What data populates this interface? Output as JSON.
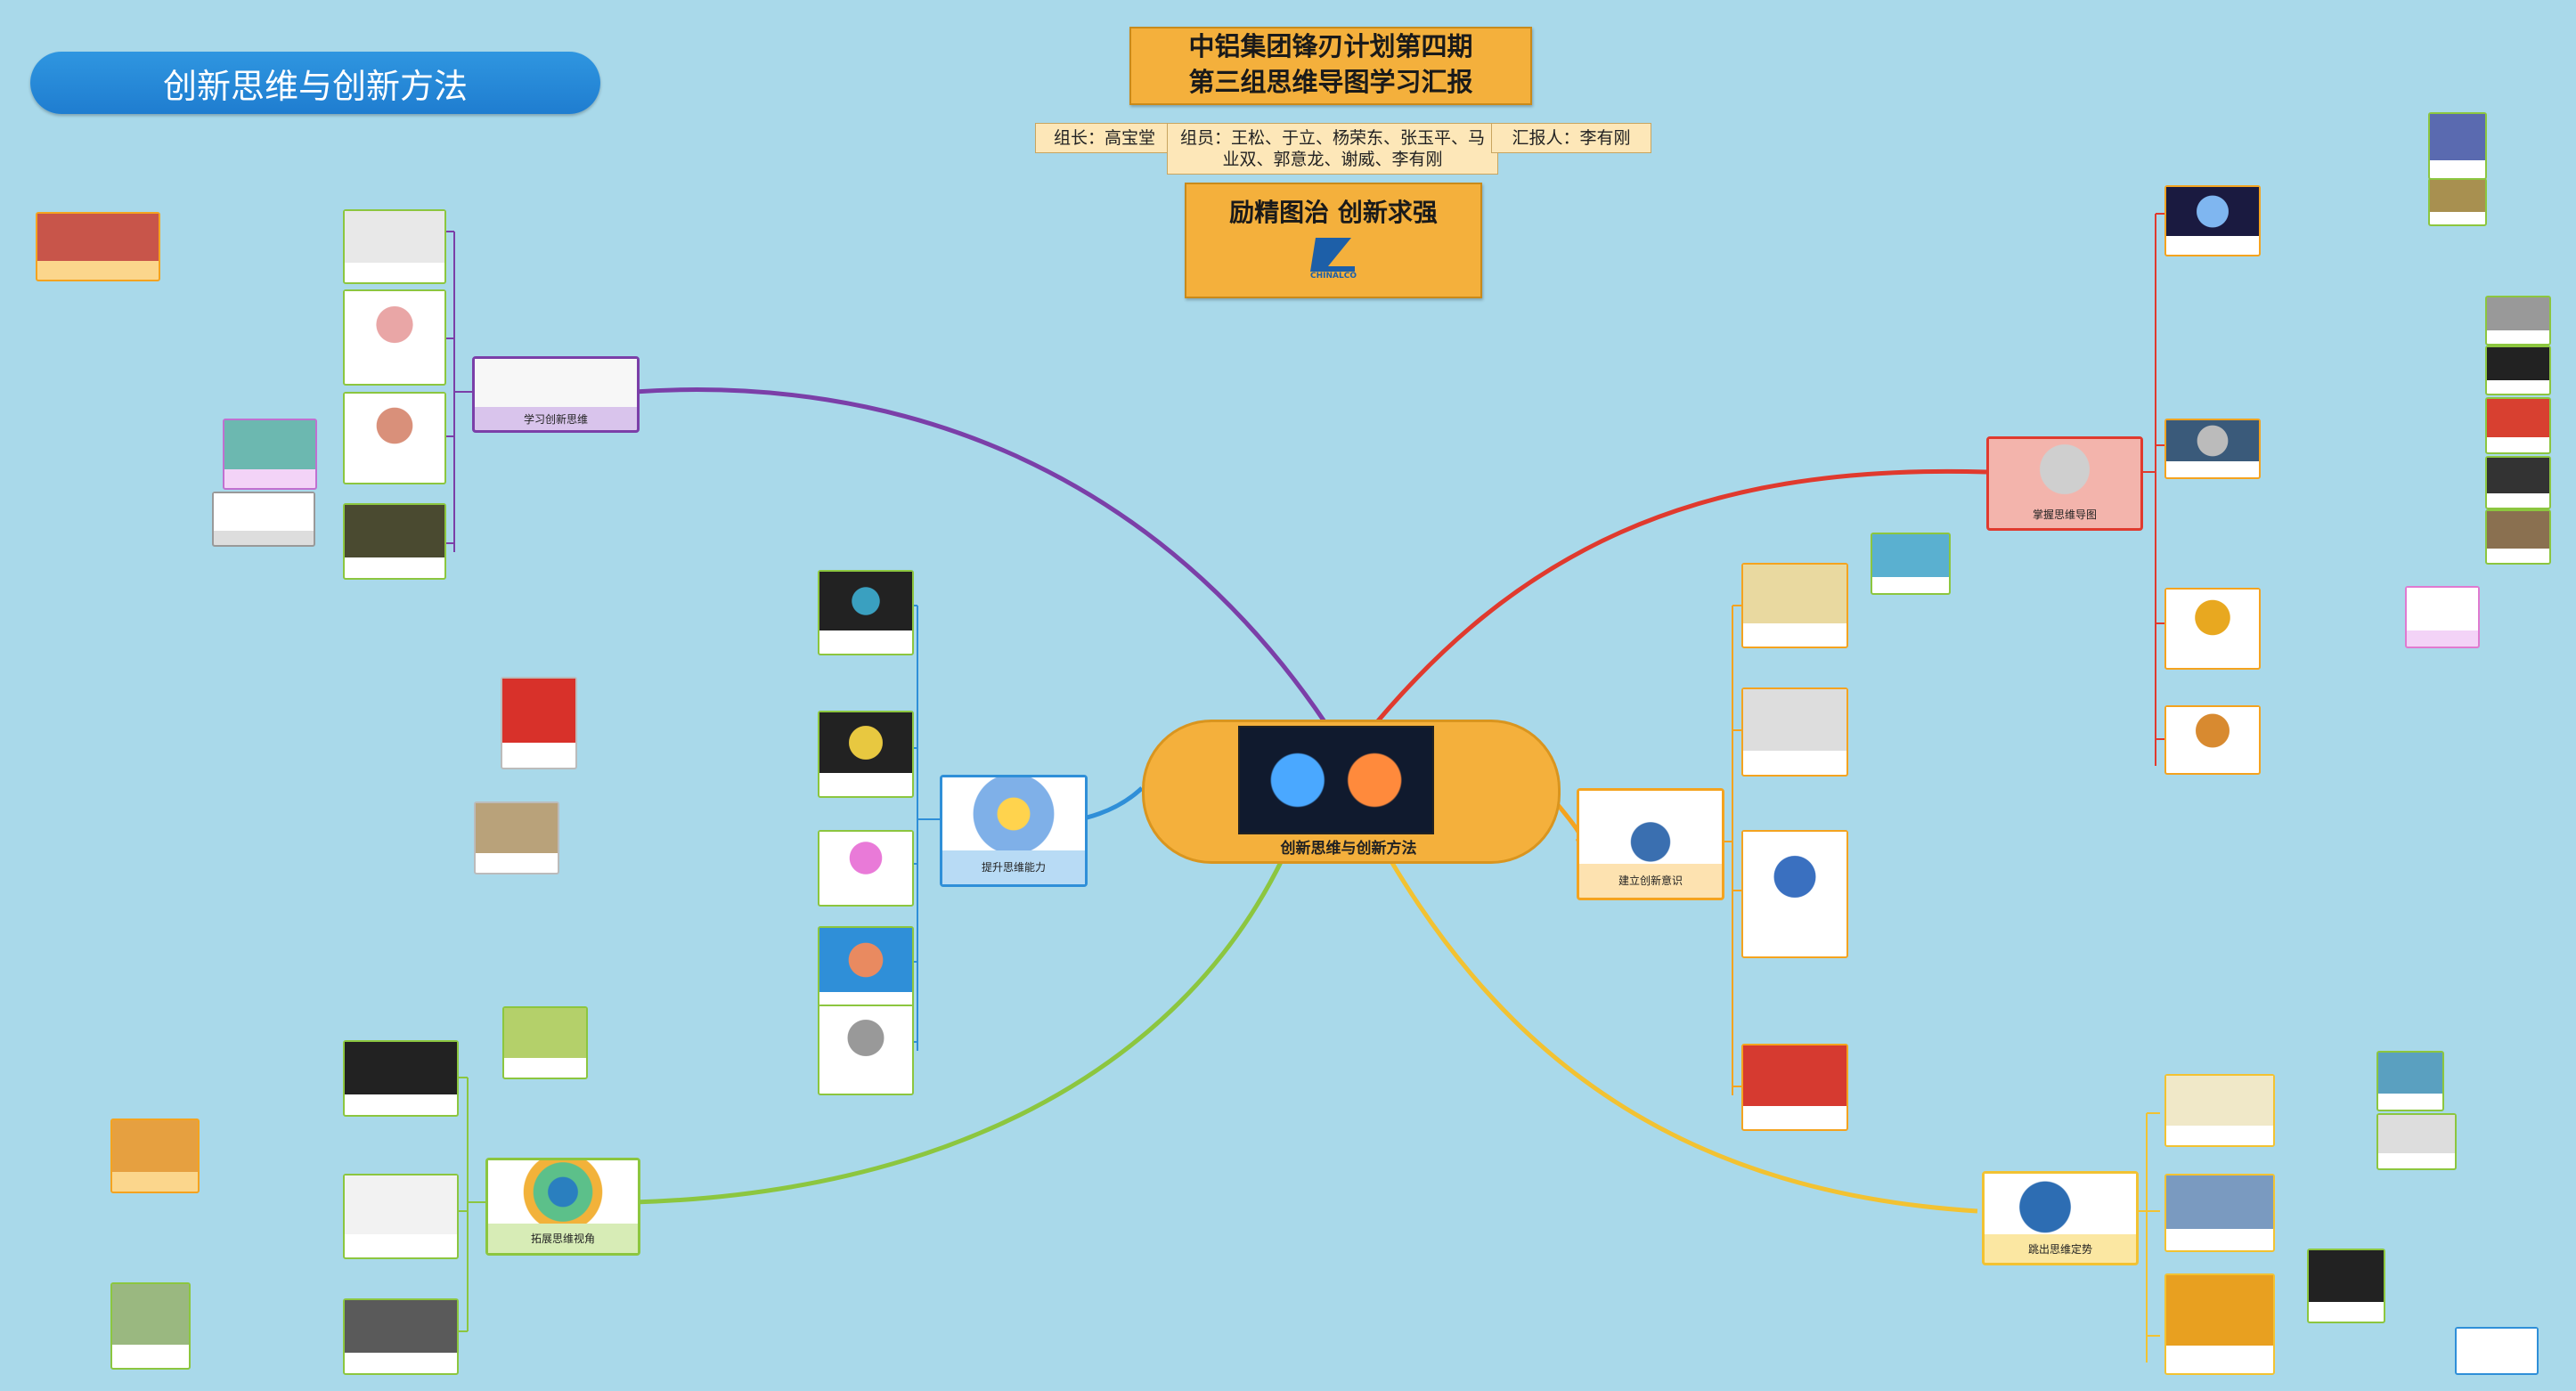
{
  "title_pill": "创新思维与创新方法",
  "header": {
    "line1": "中铝集团锋刃计划第四期",
    "line2": "第三组思维导图学习汇报",
    "leader": "组长：高宝堂",
    "members": "组员：王松、于立、杨荣东、张玉平、马业双、郭意龙、谢威、李有刚",
    "reporter": "汇报人：李有刚",
    "motto": "励精图治 创新求强",
    "logo_text": "CHINALCO"
  },
  "center": {
    "label": "创新思维与创新方法"
  },
  "colors": {
    "purple": "#7b3fa8",
    "red": "#e03a2e",
    "blue": "#2f8fd8",
    "orange": "#f4a31f",
    "green": "#8cc63f",
    "yellow": "#f2c232"
  },
  "branches": {
    "b1": "学习创新思维",
    "b2": "提升思维能力",
    "b3": "拓展思维视角",
    "b4": "掌握思维导图",
    "b5": "建立创新意识",
    "b6": "跳出思维定势"
  }
}
